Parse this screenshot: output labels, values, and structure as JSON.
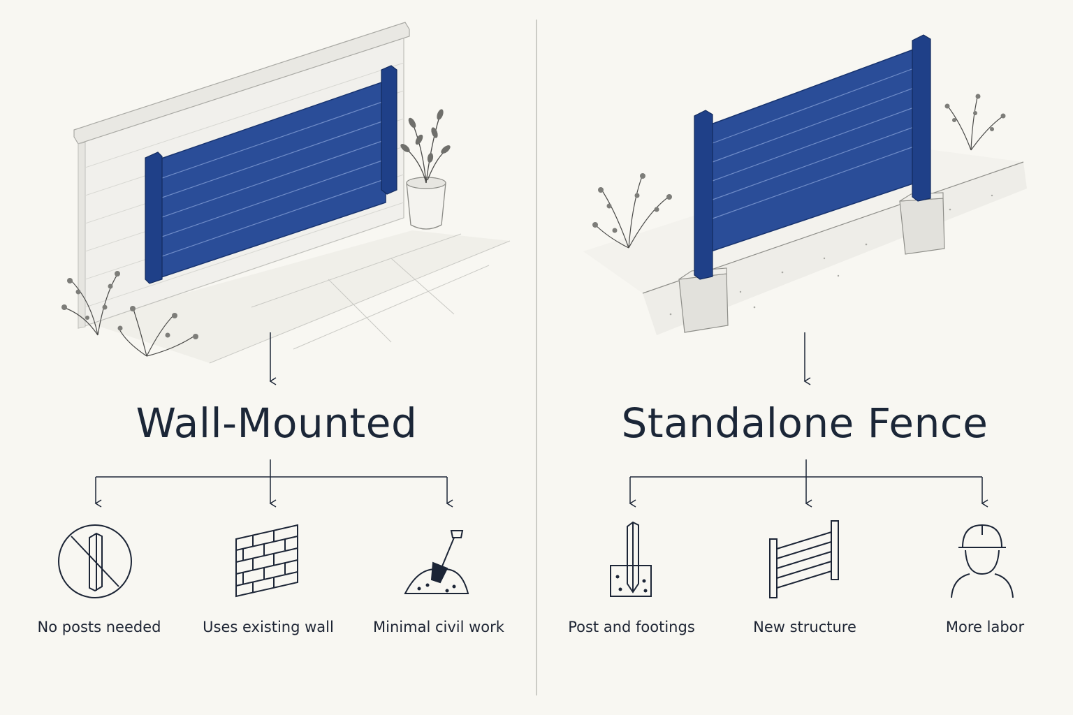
{
  "colors": {
    "background": "#f8f7f2",
    "fence_blue": "#2a4d98",
    "fence_blue_dark": "#1b3a7c",
    "ink": "#1c2536",
    "sketch_gray": "#b7b7b3"
  },
  "left_panel": {
    "title": "Wall-Mounted",
    "features": [
      {
        "label": "No posts needed",
        "icon": "no-post-icon"
      },
      {
        "label": "Uses existing wall",
        "icon": "brick-wall-icon"
      },
      {
        "label": "Minimal civil work",
        "icon": "shovel-icon"
      }
    ]
  },
  "right_panel": {
    "title": "Standalone Fence",
    "features": [
      {
        "label": "Post and footings",
        "icon": "post-footing-icon"
      },
      {
        "label": "New structure",
        "icon": "fence-panel-icon"
      },
      {
        "label": "More labor",
        "icon": "worker-icon"
      }
    ]
  }
}
